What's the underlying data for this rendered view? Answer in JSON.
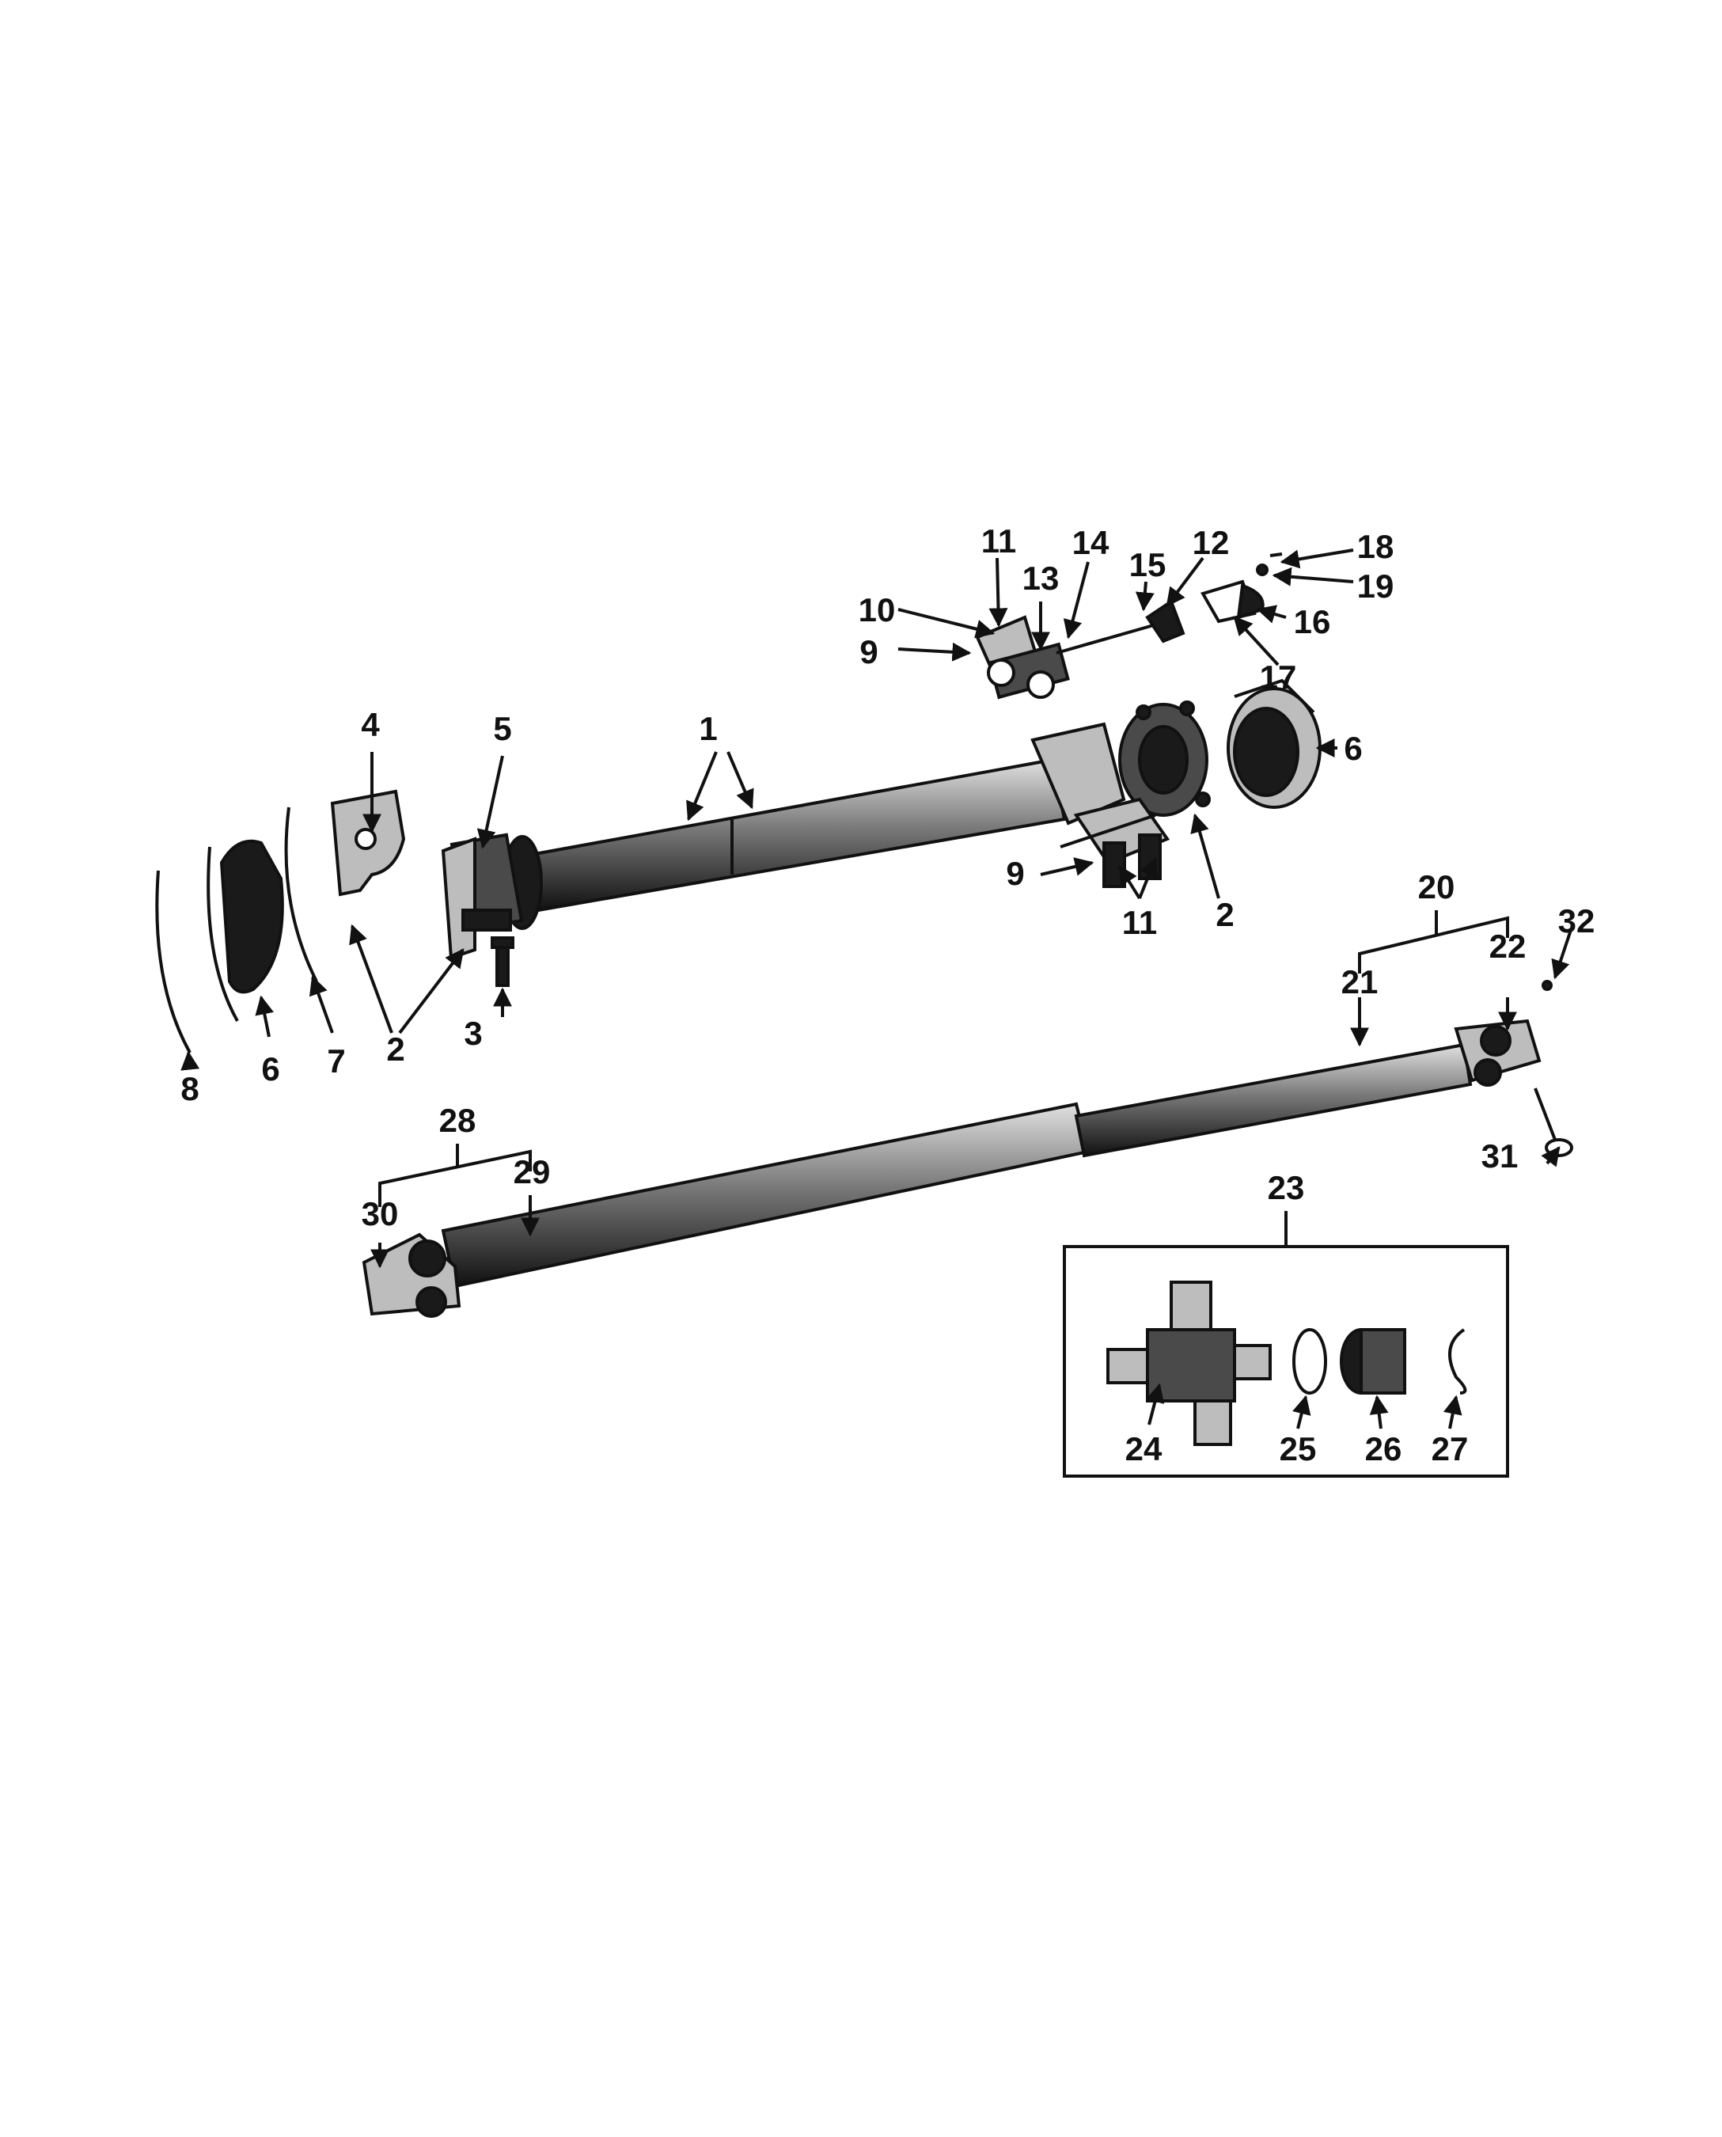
{
  "callouts": {
    "c1": "1",
    "c2a": "2",
    "c2b": "2",
    "c3": "3",
    "c4": "4",
    "c5": "5",
    "c6a": "6",
    "c6b": "6",
    "c7": "7",
    "c8": "8",
    "c9a": "9",
    "c9b": "9",
    "c10": "10",
    "c11a": "11",
    "c11b": "11",
    "c12": "12",
    "c13": "13",
    "c14": "14",
    "c15": "15",
    "c16": "16",
    "c17": "17",
    "c18": "18",
    "c19": "19",
    "c20": "20",
    "c21": "21",
    "c22": "22",
    "c23": "23",
    "c24": "24",
    "c25": "25",
    "c26": "26",
    "c27": "27",
    "c28": "28",
    "c29": "29",
    "c30": "30",
    "c31": "31",
    "c32": "32"
  }
}
